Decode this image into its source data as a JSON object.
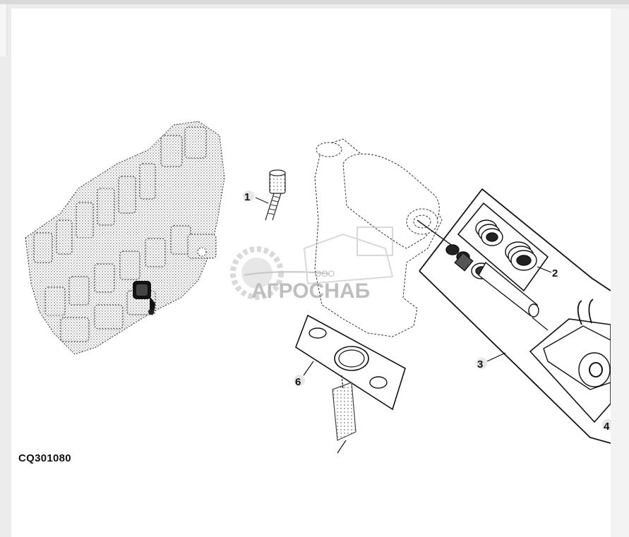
{
  "figure": {
    "code": "CQ301080",
    "callouts": {
      "c1": "1",
      "c2": "2",
      "c3": "3",
      "c4": "4",
      "c6": "6"
    }
  },
  "watermark": {
    "prefix": "ООО",
    "brand": "АГРОСНАБ"
  }
}
